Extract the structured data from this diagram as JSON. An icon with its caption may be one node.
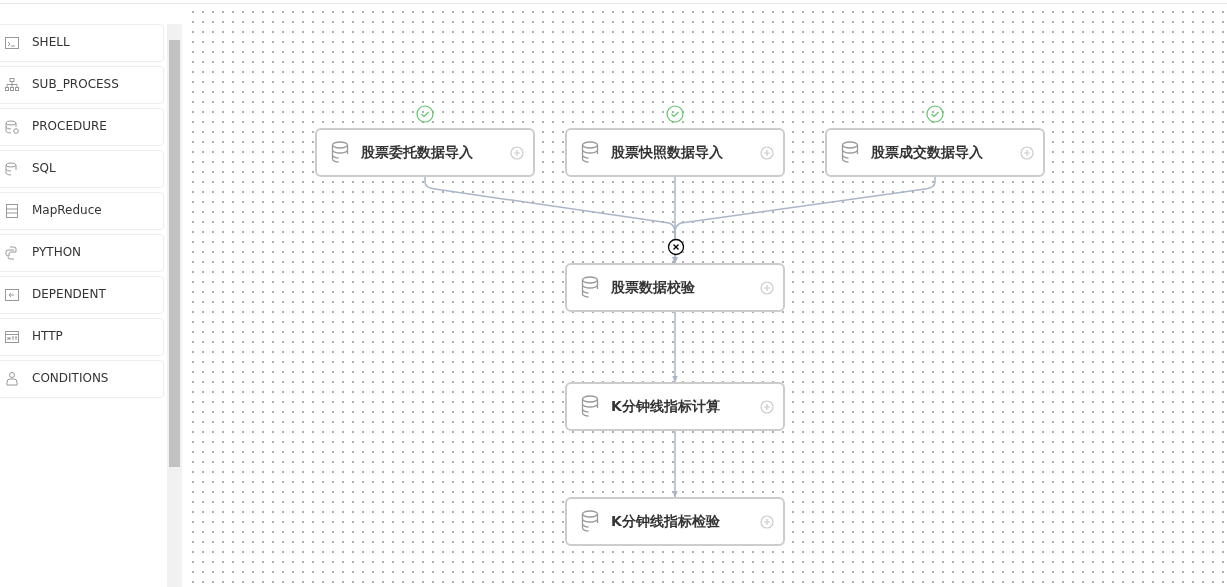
{
  "diagram": {
    "nodes": [
      {
        "text": [
          "股票委托数据导入"
        ]
      },
      {
        "text": [
          "股票快照数据导入"
        ]
      },
      {
        "text": [
          "股票成交数据导入"
        ]
      },
      {
        "text": [
          "股票数据校验"
        ]
      },
      {
        "text": [
          "K分钟线指标计算"
        ]
      },
      {
        "text": [
          "K分钟线指标检验"
        ]
      }
    ],
    "edges": [
      {
        "from": 0,
        "to": 3,
        "arrow": "to"
      },
      {
        "from": 1,
        "to": 3,
        "arrow": "to"
      },
      {
        "from": 2,
        "to": 3,
        "arrow": "to"
      },
      {
        "from": 3,
        "to": 4,
        "arrow": "to"
      },
      {
        "from": 4,
        "to": 5,
        "arrow": "to"
      }
    ],
    "labels": [
      "SHELL",
      "SUB_PROCESS",
      "PROCEDURE",
      "SQL",
      "MapReduce",
      "PYTHON",
      "DEPENDENT",
      "HTTP",
      "CONDITIONS"
    ]
  }
}
